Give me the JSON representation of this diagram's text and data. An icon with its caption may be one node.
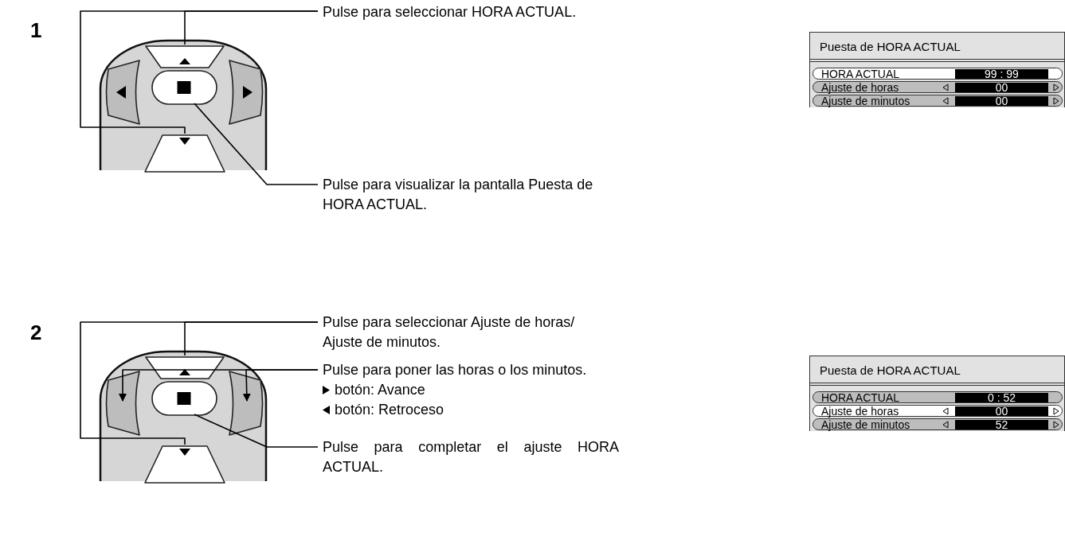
{
  "diagram": {
    "nodes": [
      {
        "text": [
          "Pulse para seleccionar HORA ACTUAL."
        ]
      },
      {
        "text": [],
        "shape": "box"
      },
      {
        "text": [],
        "shape": "box"
      },
      {
        "text": [],
        "shape": "box"
      },
      {
        "text": [],
        "shape": "box"
      },
      {
        "text": [],
        "shape": "box"
      },
      {
        "text": [
          "Pulse para visualizar la pantalla Puesta de HORA ACTUAL."
        ]
      },
      {
        "text": [
          "Puesta de HORA ACTUAL"
        ]
      },
      {
        "text": [
          "HORA ACTUAL",
          "99 : 99"
        ],
        "in": 7
      },
      {
        "text": [
          "Ajuste de horas",
          "00"
        ],
        "in": 7
      },
      {
        "text": [
          "Ajuste de minutos",
          "00"
        ],
        "in": 7
      },
      {
        "text": [
          "Pulse para seleccionar Ajuste de horas/ Ajuste de minutos."
        ]
      },
      {
        "text": [],
        "shape": "box"
      },
      {
        "text": [],
        "shape": "box"
      },
      {
        "text": [],
        "shape": "box"
      },
      {
        "text": [],
        "shape": "box"
      },
      {
        "text": [],
        "shape": "box"
      },
      {
        "text": [
          "Pulse para poner las horas o los minutos.",
          "botón: Avance",
          "botón: Retroceso"
        ]
      },
      {
        "text": [
          "Pulse para completar el ajuste HORA ACTUAL."
        ]
      },
      {
        "text": [
          "Puesta de HORA ACTUAL"
        ]
      },
      {
        "text": [
          "HORA ACTUAL",
          "0 : 52"
        ],
        "in": 19
      },
      {
        "text": [
          "Ajuste de horas",
          "00"
        ],
        "in": 19
      },
      {
        "text": [
          "Ajuste de minutos",
          "52"
        ],
        "in": 19
      }
    ],
    "edges": [
      {
        "from": 0,
        "to": 1,
        "arrow": "none"
      },
      {
        "from": 0,
        "to": 5,
        "arrow": "none"
      },
      {
        "from": 6,
        "to": 3,
        "arrow": "none"
      },
      {
        "from": 11,
        "to": 12,
        "arrow": "none"
      },
      {
        "from": 11,
        "to": 16,
        "arrow": "none"
      },
      {
        "from": 17,
        "to": 13,
        "arrow": "to"
      },
      {
        "from": 17,
        "to": 15,
        "arrow": "to"
      },
      {
        "from": 18,
        "to": 14,
        "arrow": "none"
      }
    ],
    "labels": [
      "1",
      "2"
    ]
  }
}
